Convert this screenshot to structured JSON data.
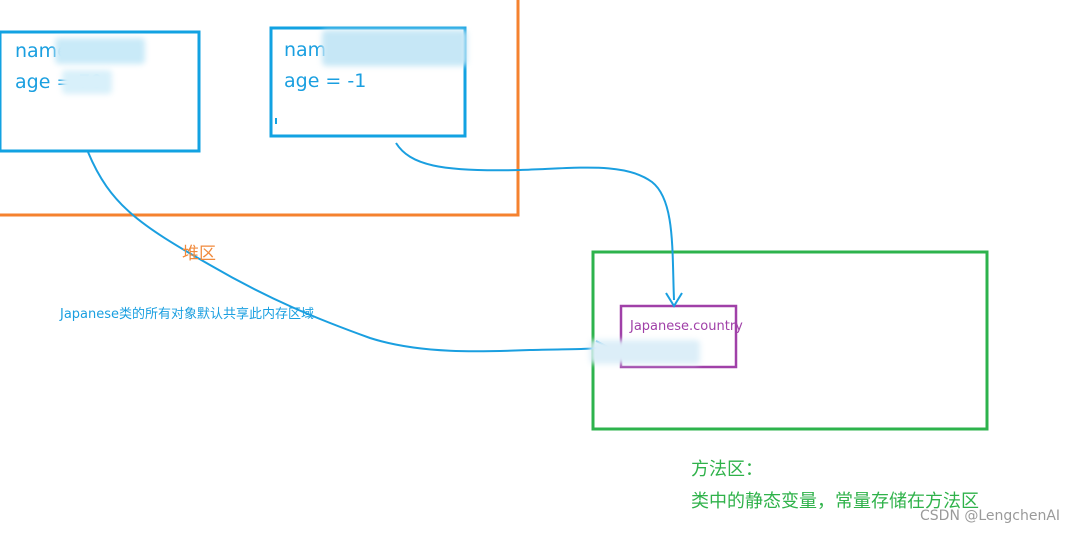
{
  "objects": {
    "left": {
      "name_line": "name =",
      "age_line": "age = 70"
    },
    "right": {
      "name_line": "nam",
      "age_line": "age = -1"
    }
  },
  "heap": {
    "label": "堆区"
  },
  "annotation": {
    "shared_note": "Japanese类的所有对象默认共享此内存区域"
  },
  "method_area": {
    "static_var": "Japanese.country",
    "title": "方法区：",
    "description": "类中的静态变量，常量存储在方法区"
  },
  "watermark": "CSDN @LengchenAI",
  "colors": {
    "heap_border": "#f5822f",
    "object_border": "#12a2e2",
    "method_area_border": "#2db34c",
    "static_var_border": "#a040a8",
    "arrow": "#1a9fe0"
  }
}
